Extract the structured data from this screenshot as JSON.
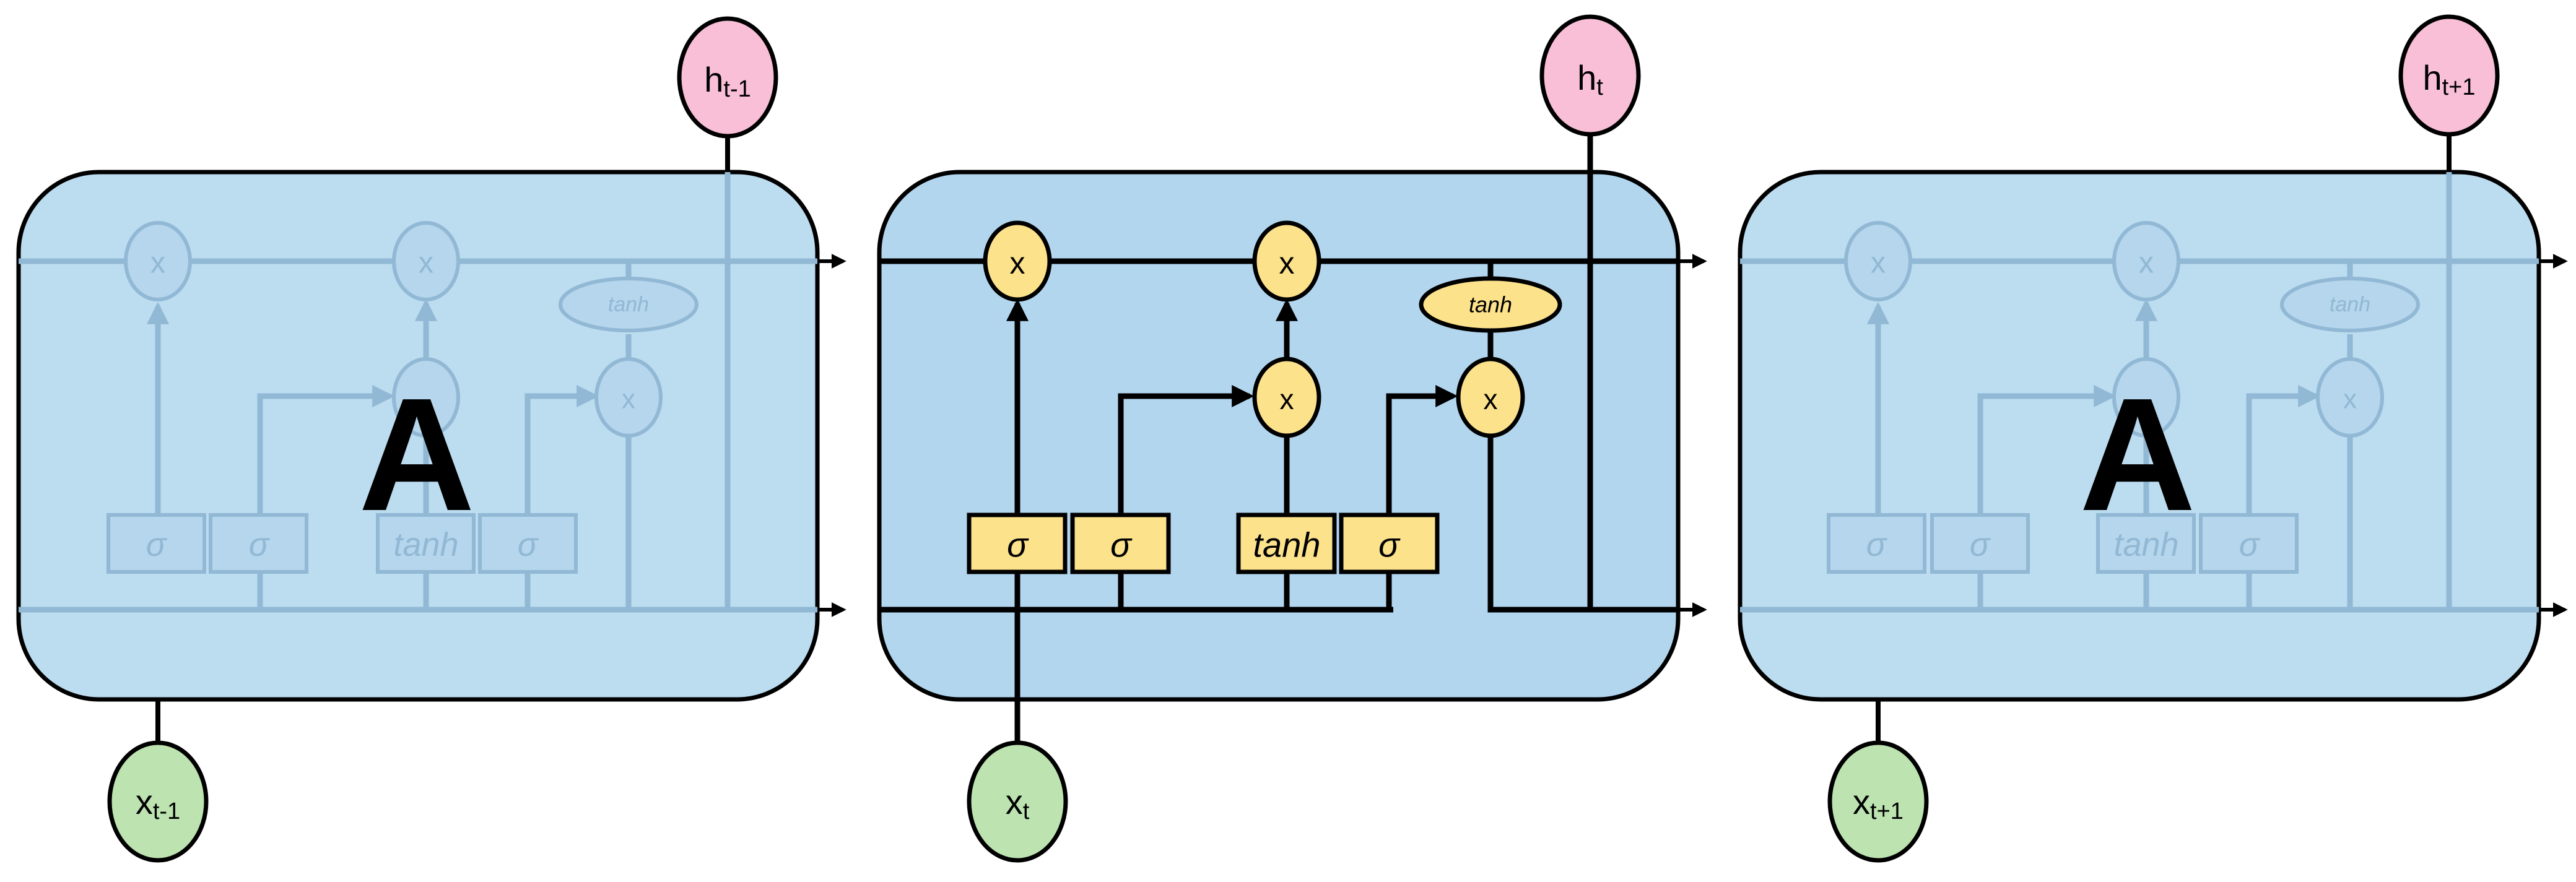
{
  "cells": [
    {
      "id": "prev",
      "label": "A",
      "input": {
        "base": "x",
        "sub": "t-1"
      },
      "output": {
        "base": "h",
        "sub": "t-1"
      },
      "faded": true
    },
    {
      "id": "current",
      "label": "",
      "input": {
        "base": "x",
        "sub": "t"
      },
      "output": {
        "base": "h",
        "sub": "t"
      },
      "faded": false
    },
    {
      "id": "next",
      "label": "A",
      "input": {
        "base": "x",
        "sub": "t+1"
      },
      "output": {
        "base": "h",
        "sub": "t+1"
      },
      "faded": true
    }
  ],
  "gates": {
    "forget": "σ",
    "input": "σ",
    "candidate": "tanh",
    "output": "σ"
  },
  "ops": {
    "multiply": "x",
    "tanh": "tanh"
  },
  "colors": {
    "cell_fill": "#b3d6ef",
    "cell_fill_faded": "#bcdcf0",
    "gate_fill": "#fde28c",
    "h_fill": "#f8bfd6",
    "x_fill": "#bde3b1",
    "line": "#000000",
    "faded_line": "#91b8d4"
  }
}
